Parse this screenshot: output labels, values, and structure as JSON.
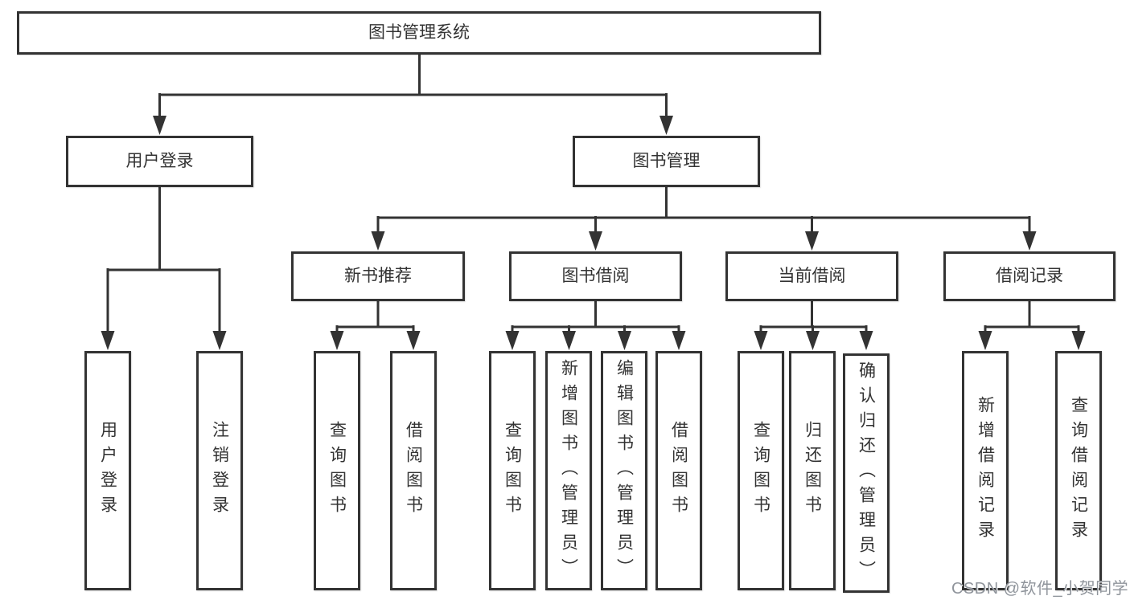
{
  "diagram_type": "hierarchy",
  "colors": {
    "background": "#ffffff",
    "line": "#333333",
    "box_border": "#333333",
    "text": "#333333",
    "watermark": "#8f949b"
  },
  "tree": {
    "label": "图书管理系统",
    "children": [
      {
        "label": "用户登录",
        "children": [
          {
            "label": "用户登录"
          },
          {
            "label": "注销登录"
          }
        ]
      },
      {
        "label": "图书管理",
        "children": [
          {
            "label": "新书推荐",
            "children": [
              {
                "label": "查询图书"
              },
              {
                "label": "借阅图书"
              }
            ]
          },
          {
            "label": "图书借阅",
            "children": [
              {
                "label": "查询图书"
              },
              {
                "label": "新增图书（管理员）"
              },
              {
                "label": "编辑图书（管理员）"
              },
              {
                "label": "借阅图书"
              }
            ]
          },
          {
            "label": "当前借阅",
            "children": [
              {
                "label": "查询图书"
              },
              {
                "label": "归还图书"
              },
              {
                "label": "确认归还（管理员）"
              }
            ]
          },
          {
            "label": "借阅记录",
            "children": [
              {
                "label": "新增借阅记录"
              },
              {
                "label": "查询借阅记录"
              }
            ]
          }
        ]
      }
    ]
  },
  "watermark": {
    "text": "CSDN @软件_小贺同学"
  }
}
